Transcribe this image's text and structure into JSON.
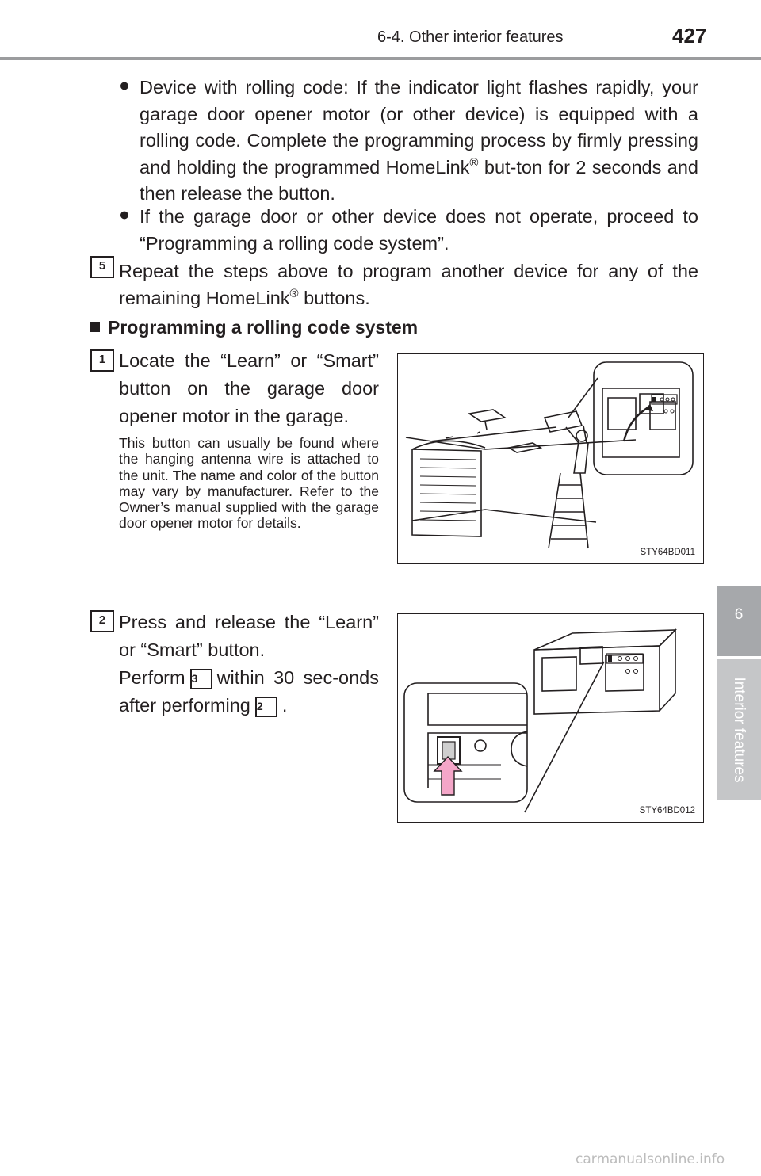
{
  "header": {
    "section": "6-4. Other interior features",
    "page_number": "427"
  },
  "side_tab": {
    "chapter_number": "6",
    "chapter_title": "Interior features"
  },
  "bullets": [
    {
      "text_before": "Device with rolling code: If the indicator light flashes rapidly, your garage door opener motor (or other device) is equipped with a rolling code. Complete the programming process by firmly pressing and holding the programmed HomeLink",
      "text_after": " but-ton for 2 seconds and then release the button."
    },
    {
      "text_before": "If the garage door or other device does not operate, proceed to “Programming a rolling code system”."
    }
  ],
  "bullet_glyph": "●",
  "registered_mark": "®",
  "step5": {
    "number": "5",
    "text_before": "Repeat the steps above to program another device for any of the remaining HomeLink",
    "text_after": " buttons."
  },
  "section_heading": "Programming a rolling code system",
  "step1": {
    "number": "1",
    "text": "Locate the “Learn” or “Smart” button on the garage door opener motor in the garage.",
    "note": "This button can usually be found where the hanging antenna wire is attached to the unit. The name and color of the button may vary by manufacturer. Refer to the Owner’s manual supplied with the garage door opener motor for details."
  },
  "step2": {
    "number": "2",
    "line1": "Press and release the “Learn” or “Smart” button.",
    "line2_before": "Perform",
    "ref_a": "3",
    "line2_middle": "within 30 sec-onds after performing",
    "ref_b": "2",
    "line2_after": "."
  },
  "figures": [
    {
      "code": "STY64BD011"
    },
    {
      "code": "STY64BD012",
      "arrow_color": "#f4a6c8"
    }
  ],
  "watermark": "carmanualsonline.info"
}
